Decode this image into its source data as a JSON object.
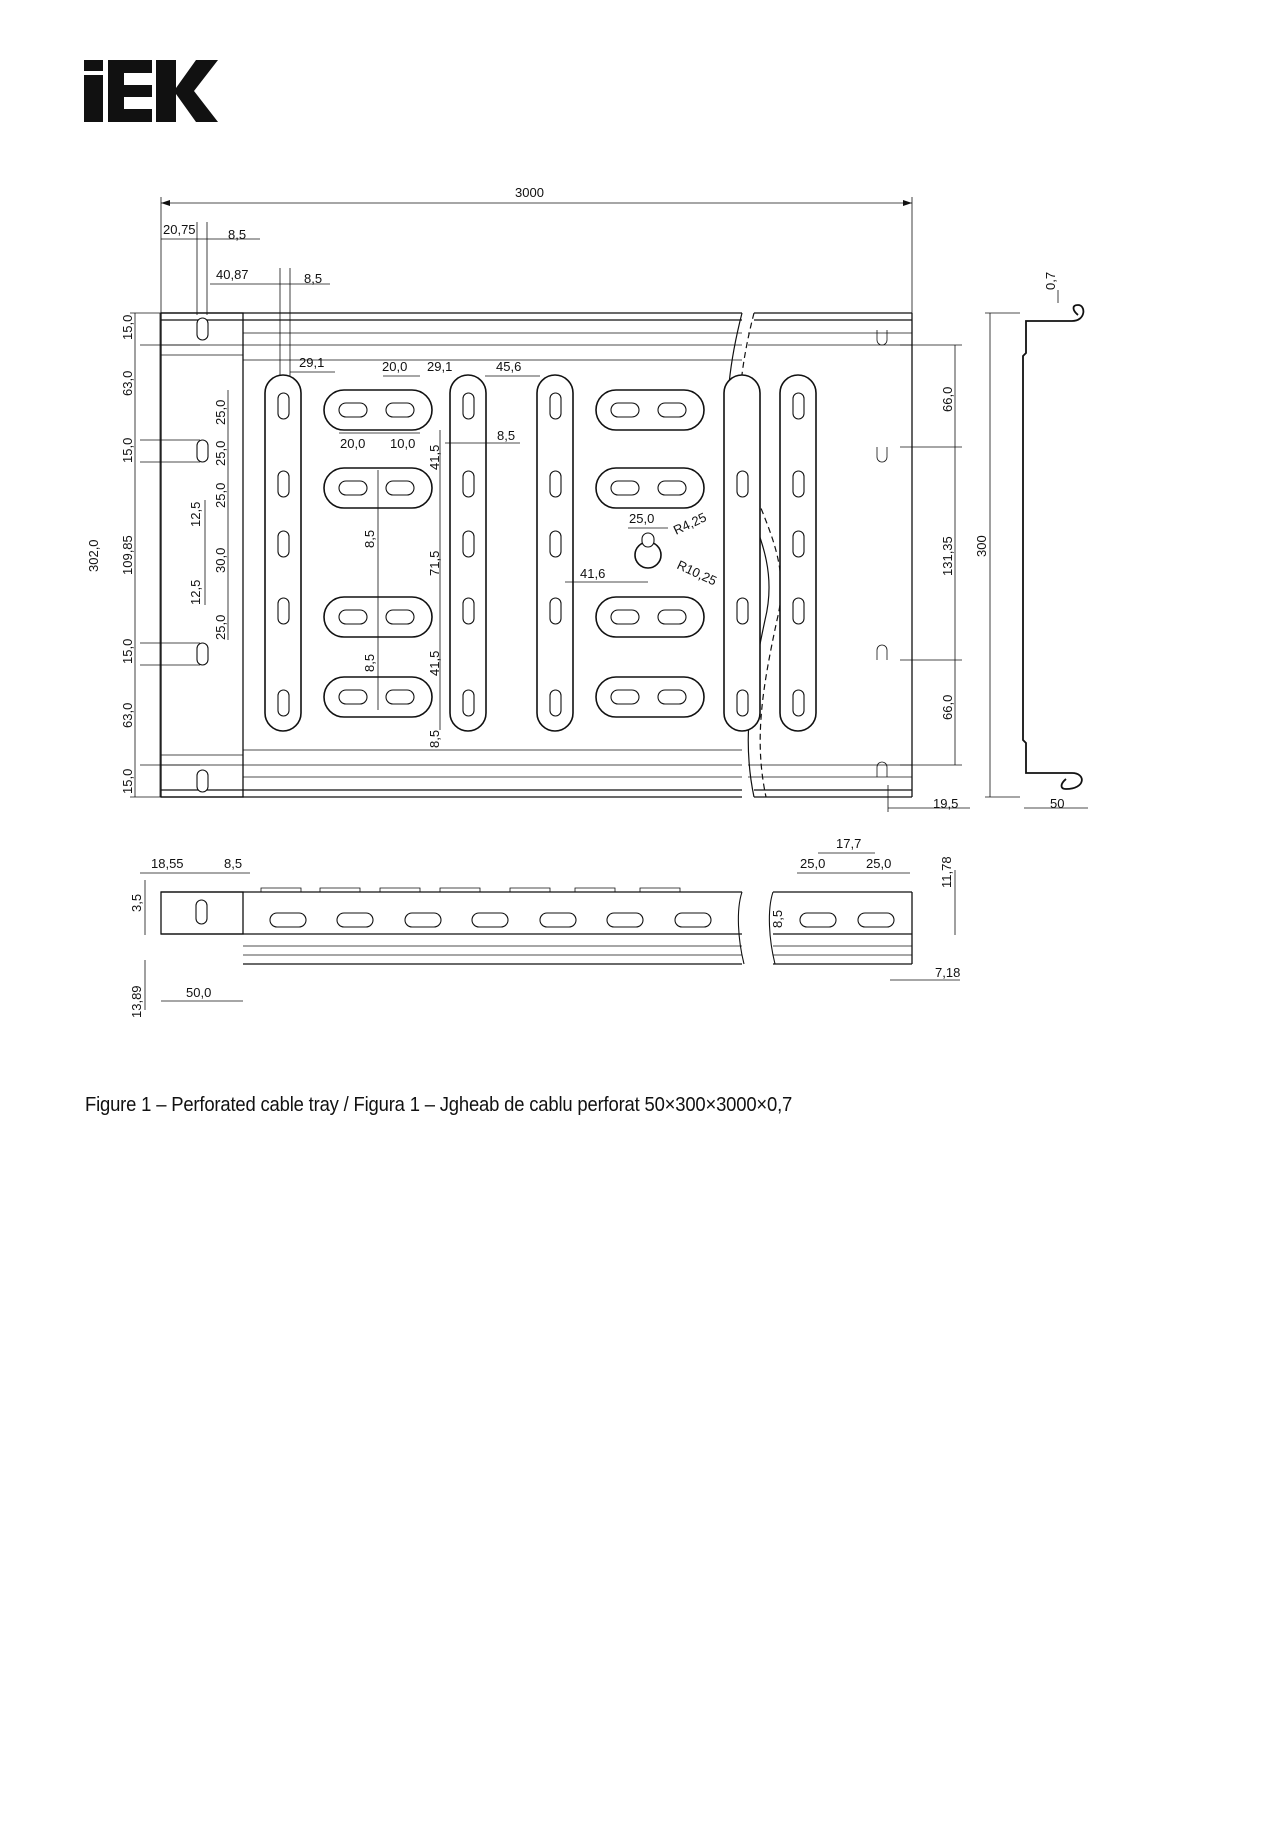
{
  "logo": {
    "text": "IEK",
    "color": "#111111"
  },
  "caption": "Figure 1 – Perforated cable tray / Figura 1 – Jgheab de cablu perforat 50×300×3000×0,7",
  "dimensions": {
    "top_view": {
      "length": "3000",
      "d1": "20,75",
      "d2": "8,5",
      "d3": "40,87",
      "d4": "8,5",
      "d5": "29,1",
      "d6": "20,0",
      "d7": "29,1",
      "d8": "45,6",
      "d9": "20,0",
      "d10": "10,0",
      "d11": "8,5",
      "d12": "25,0",
      "d13": "R4,25",
      "d14": "R10,25",
      "d15": "41,6",
      "left": [
        "15,0",
        "63,0",
        "15,0",
        "109,85",
        "15,0",
        "63,0",
        "15,0"
      ],
      "left_total": "302,0",
      "inner": [
        "25,0",
        "25,0",
        "25,0",
        "12,5",
        "30,0",
        "12,5",
        "25,0"
      ],
      "mid": [
        "41,5",
        "8,5",
        "71,5",
        "41,5",
        "8,5",
        "8,5"
      ],
      "right": [
        "66,0",
        "131,35",
        "66,0"
      ],
      "right_total": "300",
      "d_19_5": "19,5"
    },
    "side_view": {
      "thickness": "0,7",
      "height": "50"
    },
    "bottom_view": {
      "d1": "18,55",
      "d2": "8,5",
      "d3": "3,5",
      "d4": "13,89",
      "d5": "50,0",
      "d6": "17,7",
      "d7": "25,0",
      "d8": "25,0",
      "d9": "11,78",
      "d10": "8,5",
      "d11": "7,18"
    }
  }
}
